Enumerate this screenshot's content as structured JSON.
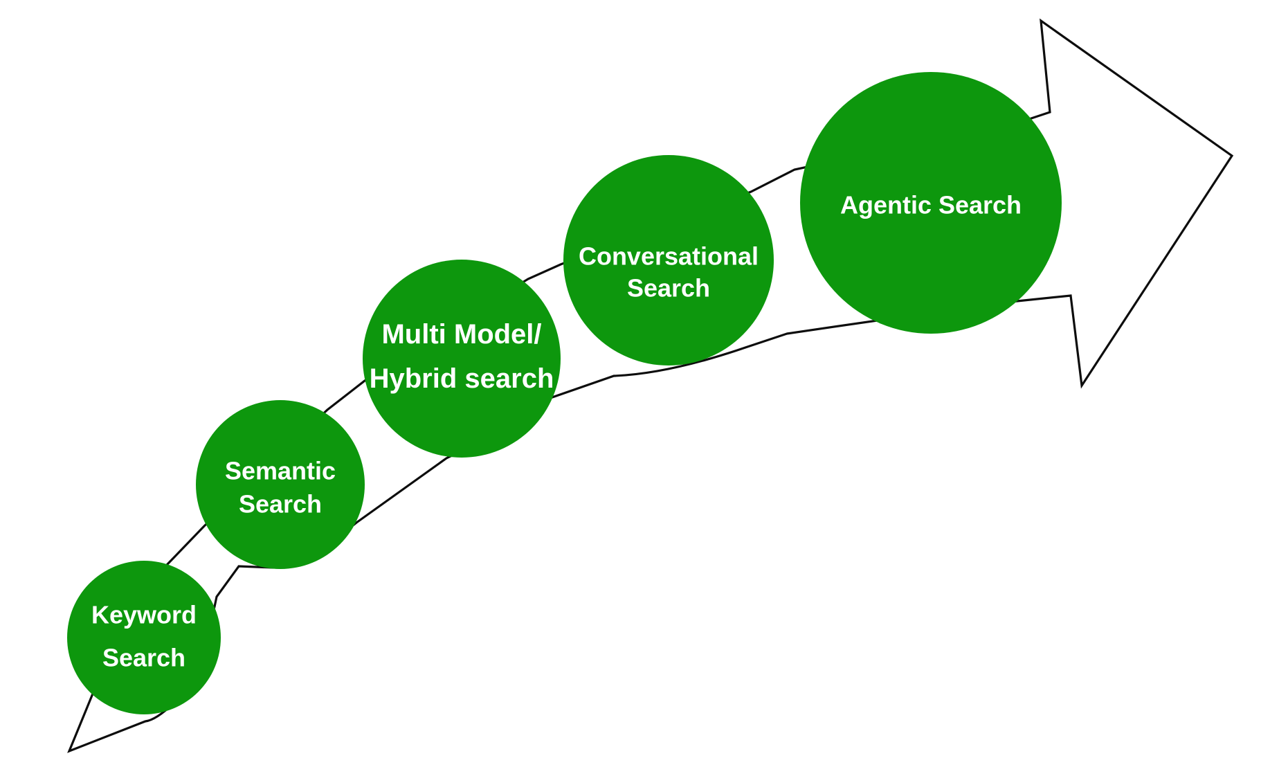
{
  "diagram": {
    "kind": "evolution-arrow-diagram",
    "background_color": "#ffffff",
    "arrow": {
      "fill_color": "#ffffff",
      "stroke_color": "#0d0d0d"
    },
    "stage_circle_color": "#0d970d",
    "label_color": "#ffffff",
    "stages": [
      {
        "line1": "Keyword",
        "line2": "Search"
      },
      {
        "line1": "Semantic",
        "line2": "Search"
      },
      {
        "line1": "Multi Model/",
        "line2": "Hybrid search"
      },
      {
        "line1": "Conversational",
        "line2": "Search"
      },
      {
        "line1": "Agentic Search",
        "line2": ""
      }
    ]
  }
}
